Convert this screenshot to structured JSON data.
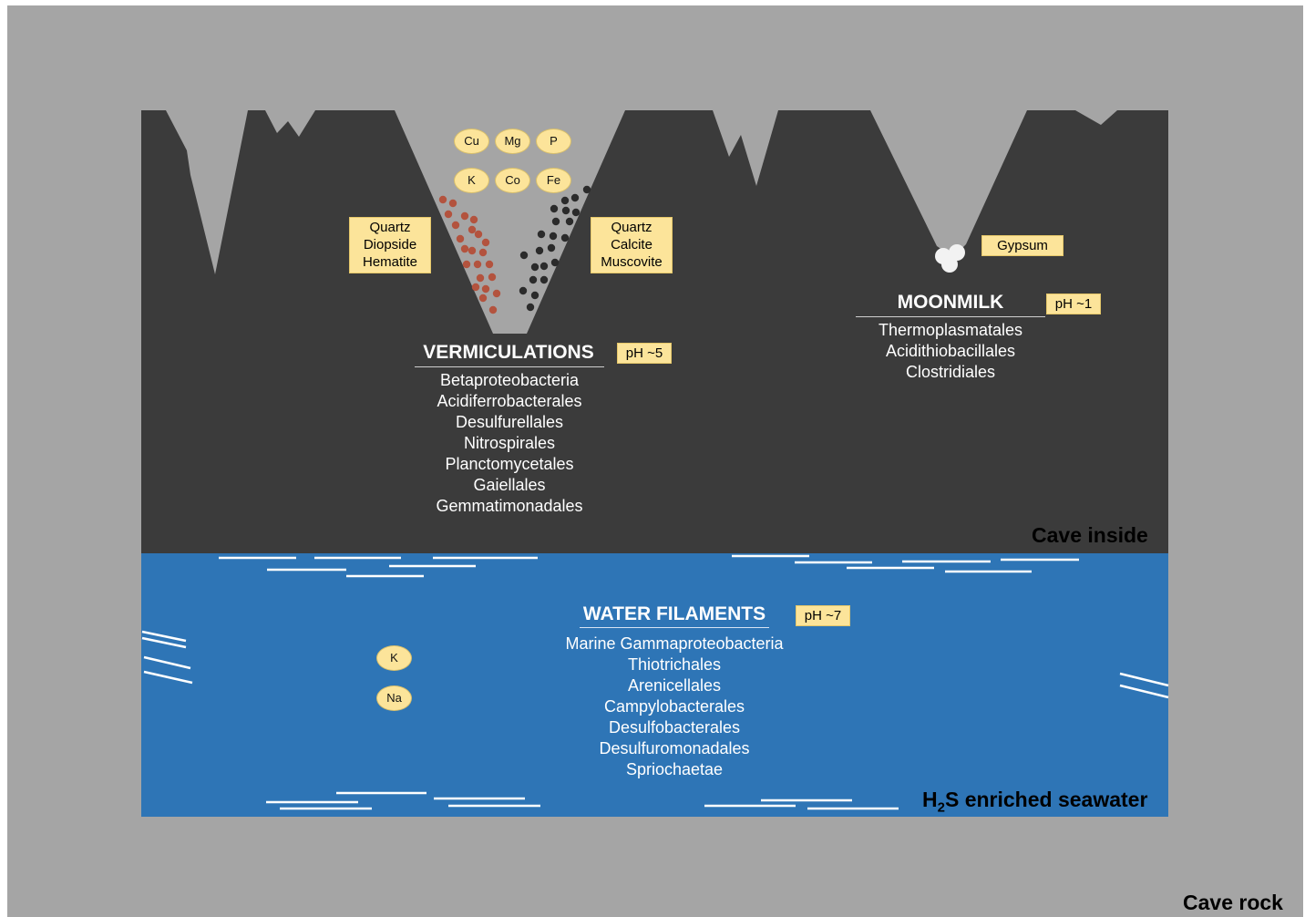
{
  "colors": {
    "cave_rock": "#a5a5a5",
    "cave_inside": "#3b3b3b",
    "seawater": "#2e75b6",
    "tag_fill": "#fce49a",
    "red_dot": "#b3533e",
    "dark_dot": "#2b2b2b"
  },
  "labels": {
    "cave_rock": "Cave rock",
    "cave_inside": "Cave inside",
    "seawater_h": "H",
    "seawater_sub": "2",
    "seawater_rest": "S enriched seawater"
  },
  "vermiculations": {
    "title": "VERMICULATIONS",
    "ph": "pH ~5",
    "taxa": [
      "Betaproteobacteria",
      "Acidiferrobacterales",
      "Desulfurellales",
      "Nitrospirales",
      "Planctomycetales",
      "Gaiellales",
      "Gemmatimonadales"
    ],
    "minerals_left": [
      "Quartz",
      "Diopside",
      "Hematite"
    ],
    "minerals_right": [
      "Quartz",
      "Calcite",
      "Muscovite"
    ],
    "ions": [
      "Cu",
      "Mg",
      "P",
      "K",
      "Co",
      "Fe"
    ]
  },
  "moonmilk": {
    "title": "MOONMILK",
    "ph": "pH ~1",
    "mineral": "Gypsum",
    "taxa": [
      "Thermoplasmatales",
      "Acidithiobacillales",
      "Clostridiales"
    ]
  },
  "water_filaments": {
    "title": "WATER FILAMENTS",
    "ph": "pH ~7",
    "ions": [
      "K",
      "Na"
    ],
    "taxa": [
      "Marine Gammaproteobacteria",
      "Thiotrichales",
      "Arenicellales",
      "Campylobacterales",
      "Desulfobacterales",
      "Desulfuromonadales",
      "Spriochaetae"
    ]
  }
}
